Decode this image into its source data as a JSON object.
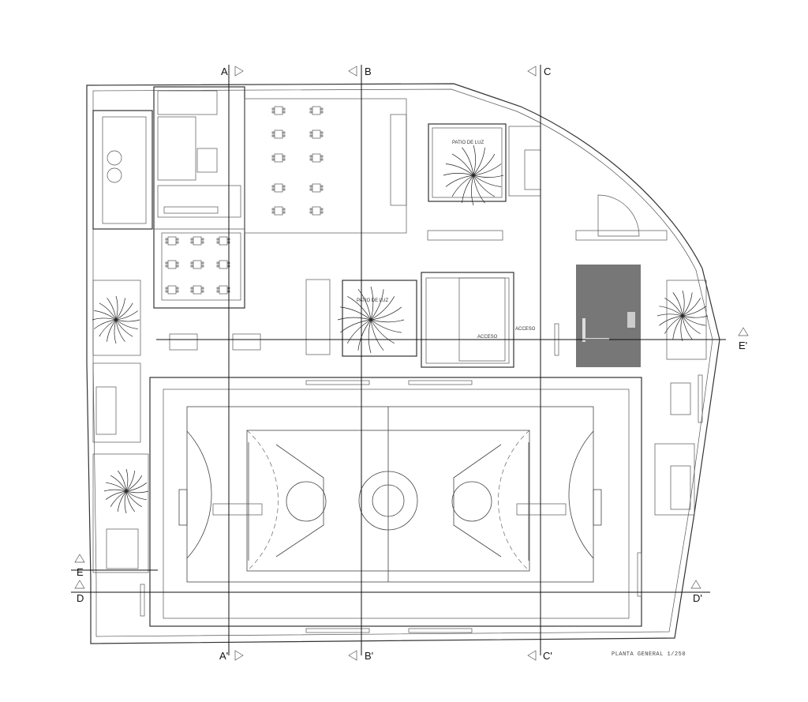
{
  "drawing": {
    "title": "PLANTA GENERAL 1/250",
    "room_labels": {
      "patio_de_luz_1": "PATIO DE LUZ",
      "patio_de_luz_2": "PATIO DE LUZ",
      "acceso_1": "ACCESO",
      "acceso_2": "ACCESO"
    },
    "section_marks": {
      "a_top": "A",
      "a_bottom": "A'",
      "b_top": "B",
      "b_bottom": "B'",
      "c_top": "C",
      "c_bottom": "C'",
      "d_left": "D",
      "d_right": "D'",
      "e_left": "E",
      "e_right": "E'"
    }
  },
  "colors": {
    "lines": "#333333",
    "dark_block": "#777777",
    "background": "#ffffff"
  }
}
